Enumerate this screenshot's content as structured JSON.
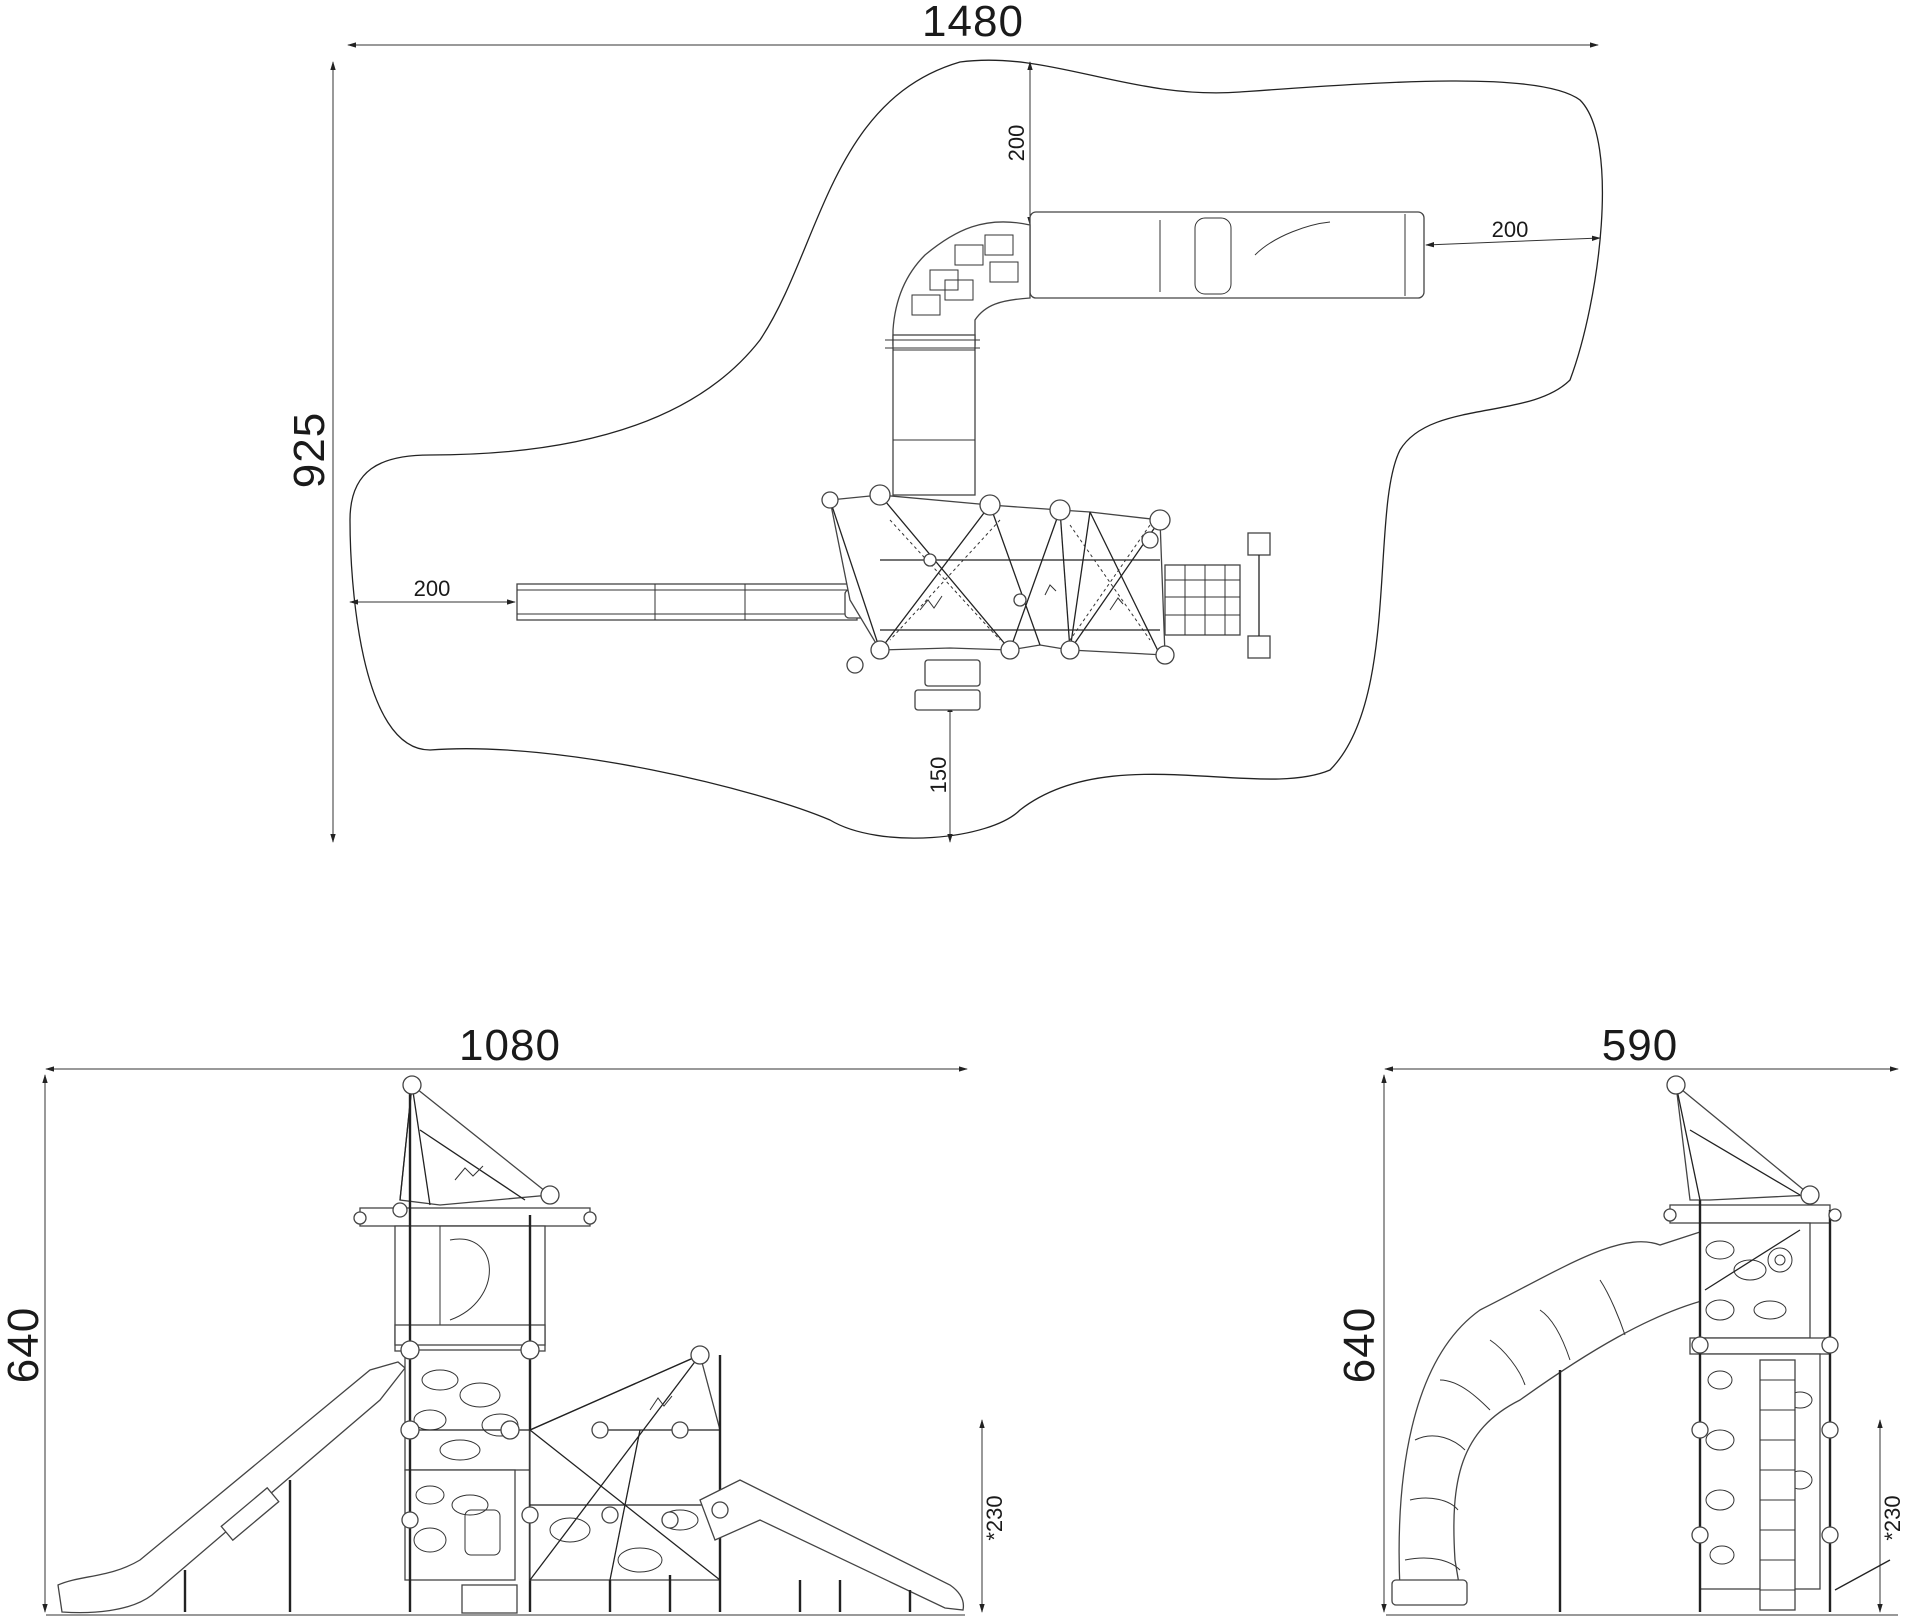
{
  "plan_view": {
    "overall_width": "1480",
    "overall_depth": "925",
    "clearance_top": "200",
    "clearance_right": "200",
    "clearance_left": "200",
    "clearance_bottom": "150"
  },
  "front_elevation": {
    "width": "1080",
    "height": "640",
    "free_fall_height": "*230"
  },
  "side_elevation": {
    "width": "590",
    "height": "640",
    "free_fall_height": "*230"
  },
  "colors": {
    "line": "#222222",
    "background": "#ffffff"
  }
}
